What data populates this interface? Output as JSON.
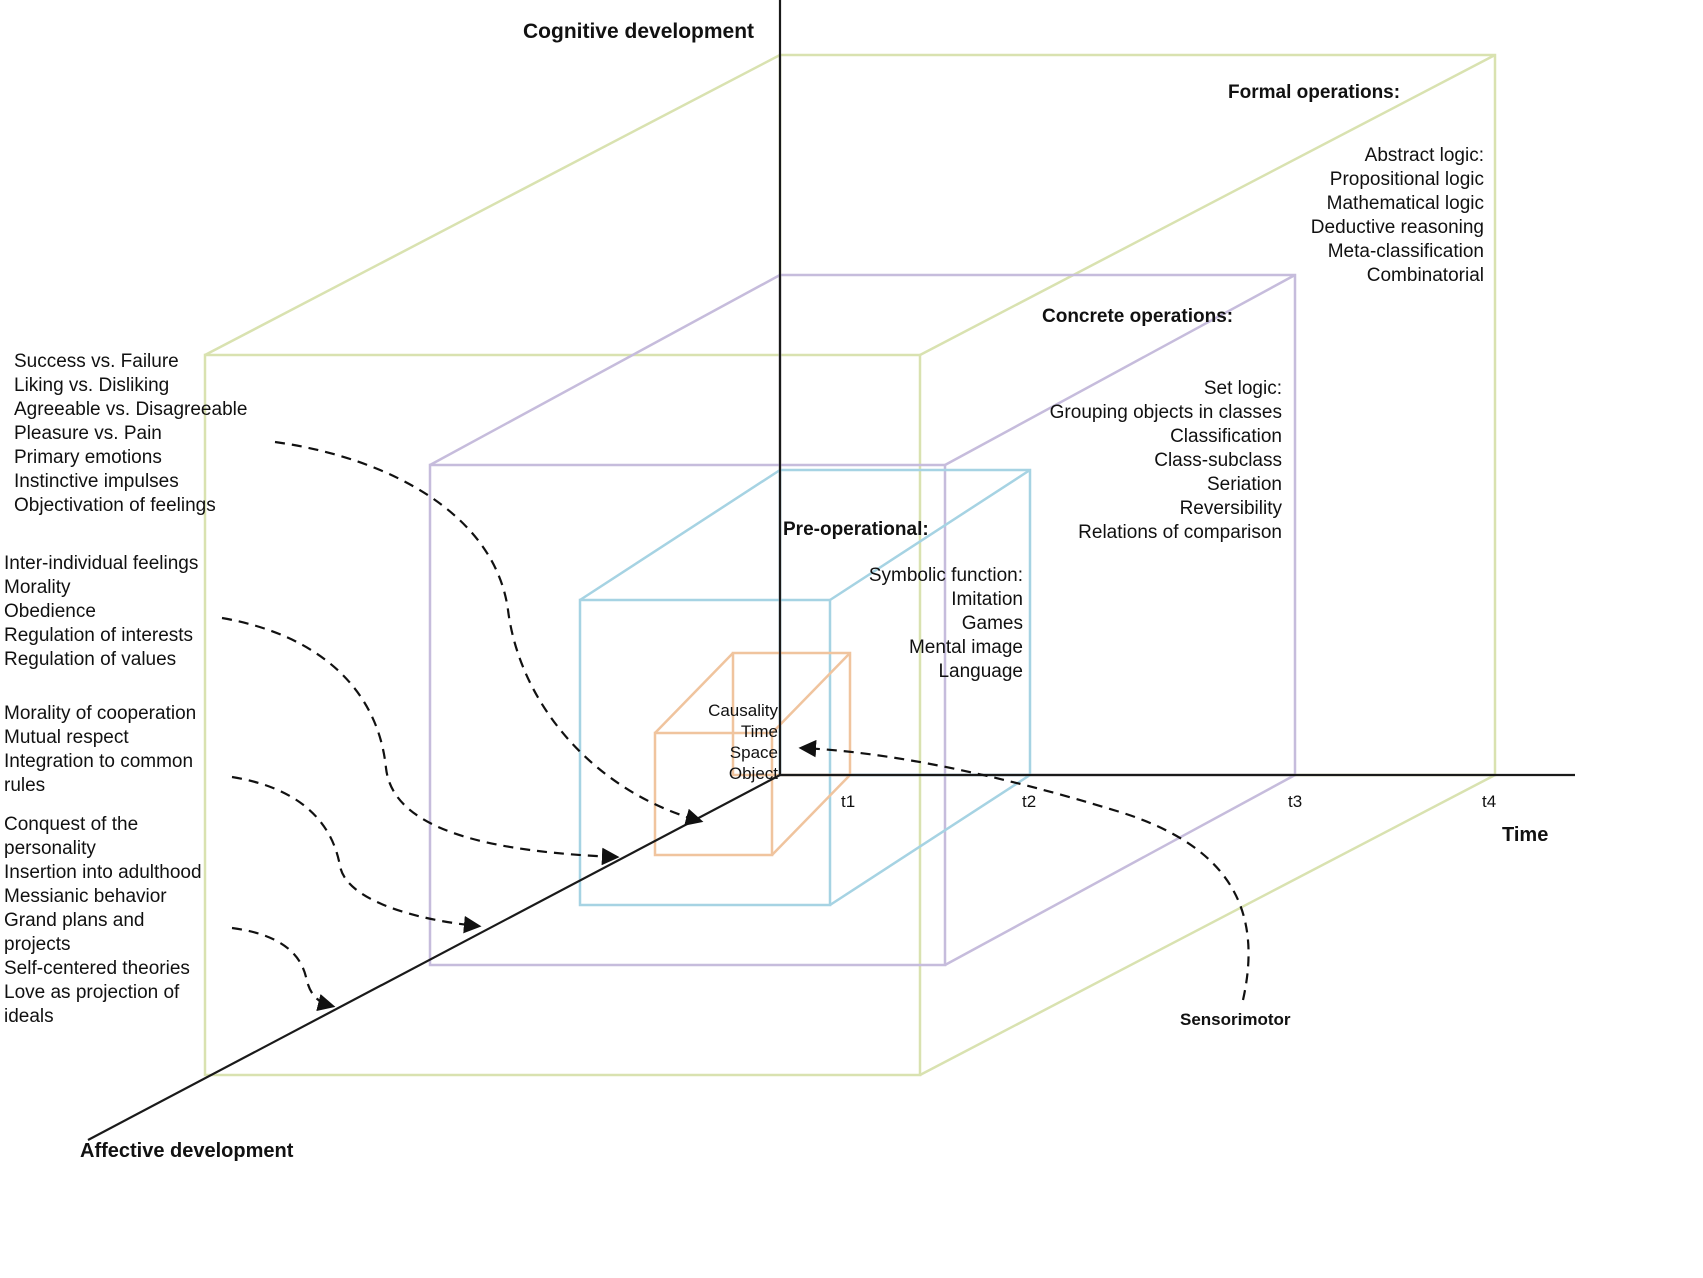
{
  "diagram": {
    "axis_color": "#1a1a1a",
    "arrow_color": "#111111"
  },
  "axes": {
    "cognitive_label": "Cognitive development",
    "time_label": "Time",
    "affective_label": "Affective development"
  },
  "time_ticks": {
    "t1": "t1",
    "t2": "t2",
    "t3": "t3",
    "t4": "t4"
  },
  "stages": {
    "formal": {
      "title": "Formal operations:",
      "items": "Abstract logic:\nPropositional logic\nMathematical logic\nDeductive reasoning\nMeta-classification\nCombinatorial",
      "color": "#d9e2b0"
    },
    "concrete": {
      "title": "Concrete operations:",
      "items": "Set logic:\nGrouping objects in classes\nClassification\nClass-subclass\nSeriation\nReversibility\nRelations of comparison",
      "color": "#c6bcdc"
    },
    "preoperational": {
      "title": "Pre-operational:",
      "items": "Symbolic function:\nImitation\nGames\nMental image\nLanguage",
      "color": "#a6d3e3"
    },
    "sensorimotor": {
      "title": "Sensorimotor",
      "items": "Causality\nTime\nSpace\nObject",
      "color": "#f0c49e"
    }
  },
  "affective_lists": {
    "list1": "Success vs. Failure\nLiking vs. Disliking\nAgreeable vs. Disagreeable\nPleasure vs. Pain\nPrimary emotions\nInstinctive impulses\nObjectivation of feelings",
    "list2": "Inter-individual feelings\nMorality\nObedience\nRegulation of interests\nRegulation of values",
    "list3": "Morality of cooperation\nMutual respect\nIntegration to common\nrules",
    "list4": "Conquest of the\npersonality\nInsertion into adulthood\nMessianic behavior\nGrand plans and\nprojects\nSelf-centered theories\nLove as projection of\nideals"
  }
}
